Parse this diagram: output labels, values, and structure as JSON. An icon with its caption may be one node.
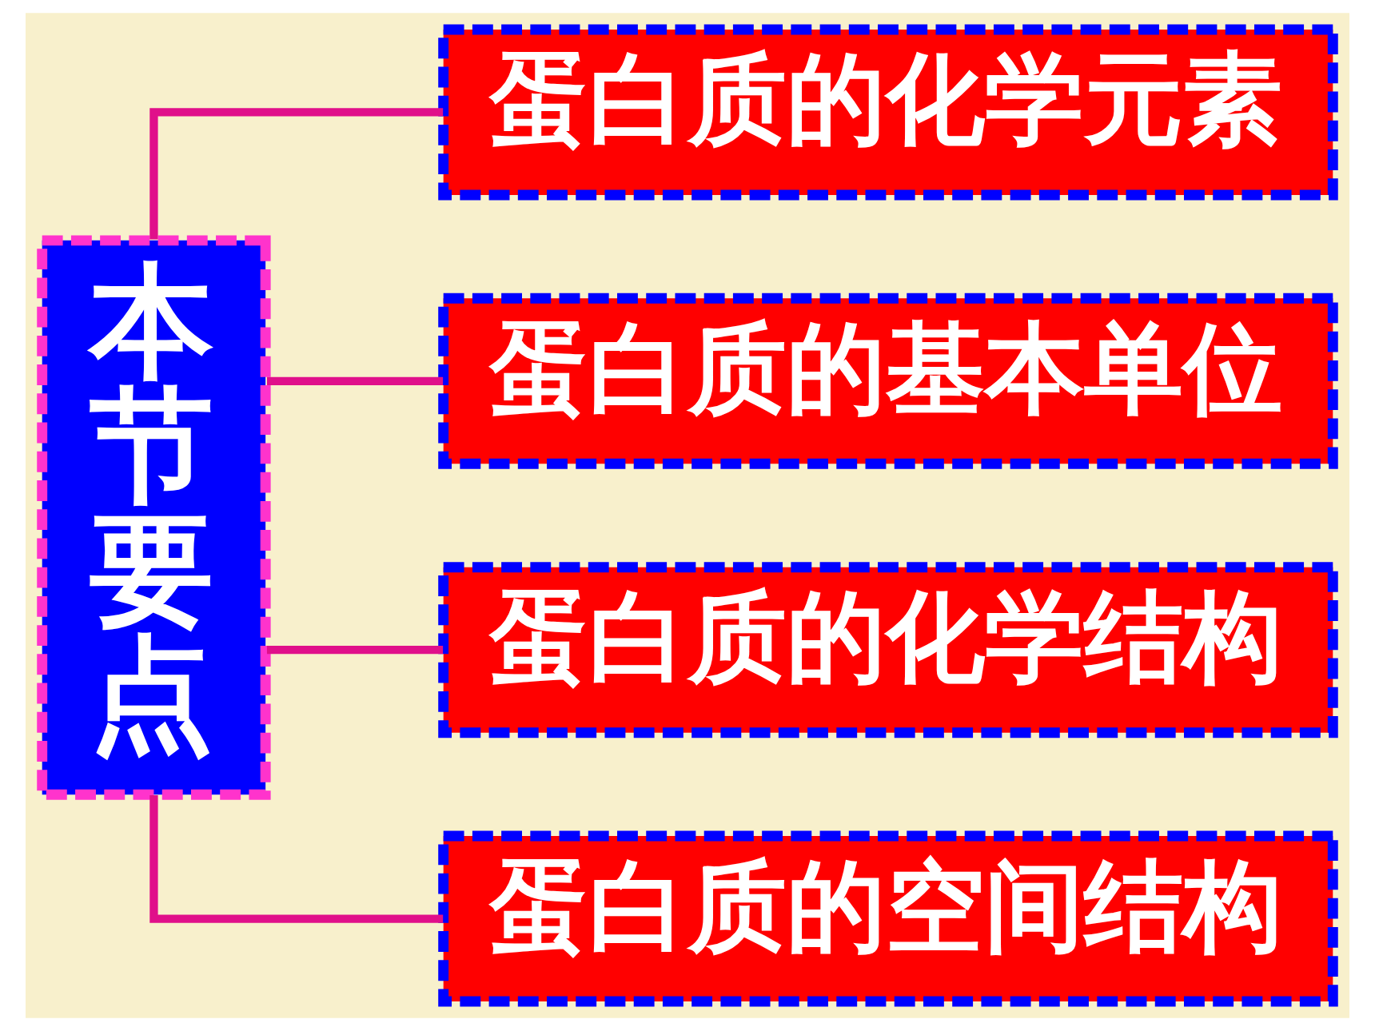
{
  "diagram": {
    "nodes": [
      {
        "text": [
          "本节要点"
        ]
      },
      {
        "text": [
          "蛋白质的化学元素"
        ]
      },
      {
        "text": [
          "蛋白质的基本单位"
        ]
      },
      {
        "text": [
          "蛋白质的化学结构"
        ]
      },
      {
        "text": [
          "蛋白质的空间结构"
        ]
      }
    ],
    "edges": [
      {
        "from": 0,
        "to": 1,
        "arrow": "none"
      },
      {
        "from": 0,
        "to": 2,
        "arrow": "none"
      },
      {
        "from": 0,
        "to": 3,
        "arrow": "none"
      },
      {
        "from": 0,
        "to": 4,
        "arrow": "none"
      }
    ]
  }
}
